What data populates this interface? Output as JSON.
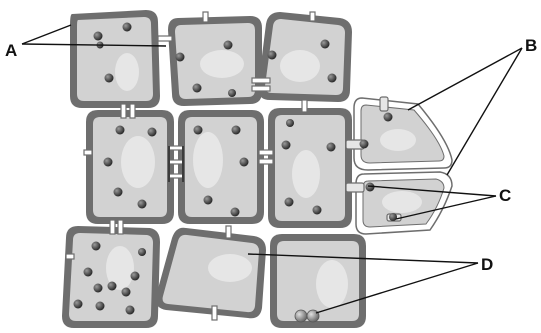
{
  "labels": {
    "a": "A",
    "b": "B",
    "c": "C",
    "d": "D"
  },
  "colors": {
    "wall_outer": "#6e6e6e",
    "wall_fill": "#a9a9a9",
    "cytoplasm": "#d2d2d2",
    "nucleus": "#e6e6e6",
    "vesicle": "#3c3c3c",
    "leader_line": "#111111",
    "background": "#ffffff"
  }
}
